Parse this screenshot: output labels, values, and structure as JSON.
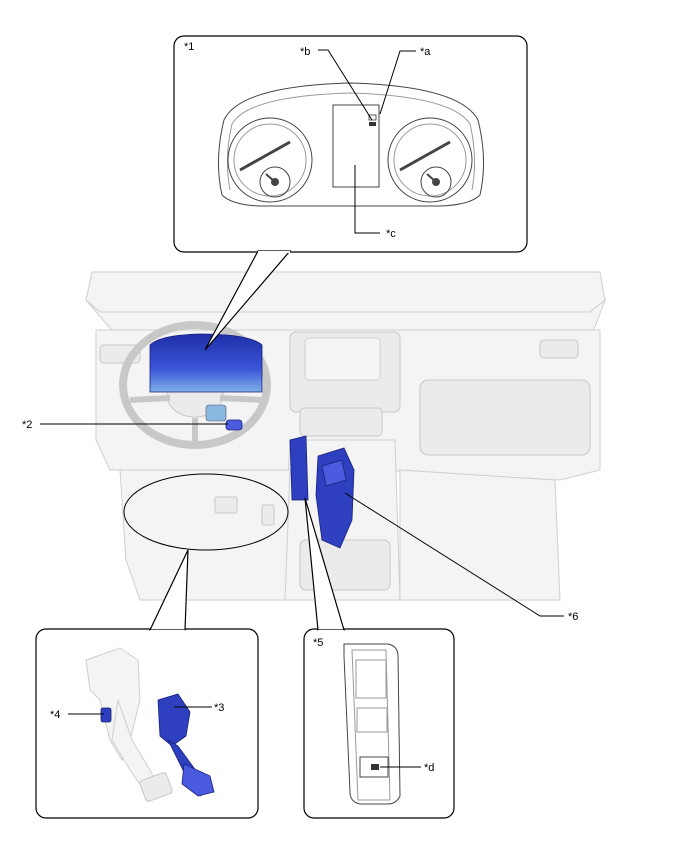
{
  "callouts": {
    "c1": "*1",
    "c2": "*2",
    "c3": "*3",
    "c4": "*4",
    "c5": "*5",
    "c6": "*6",
    "ca": "*a",
    "cb": "*b",
    "cc": "*c",
    "cd": "*d"
  },
  "colors": {
    "highlight": "#2e3fbf",
    "ghost": "#f4f4f4",
    "outline": "#000000"
  }
}
